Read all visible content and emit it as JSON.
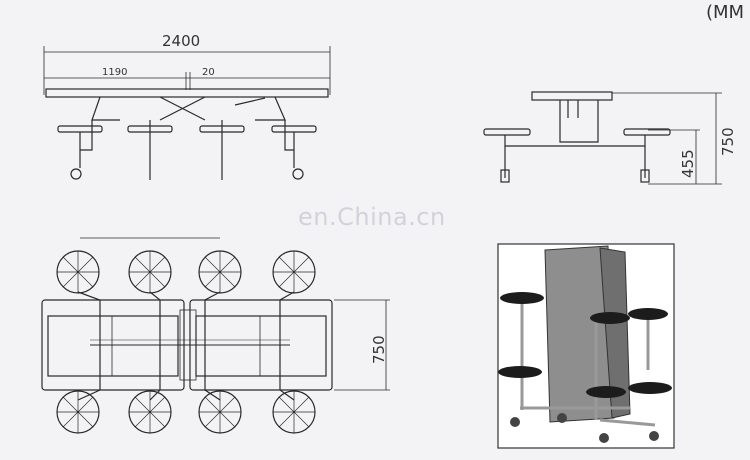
{
  "units_label": "(MM",
  "watermark": "en.China.cn",
  "dimensions": {
    "overall_length": "2400",
    "segment_length": "1190",
    "gap": "20",
    "table_height": "750",
    "seat_height": "455",
    "table_width": "750"
  }
}
